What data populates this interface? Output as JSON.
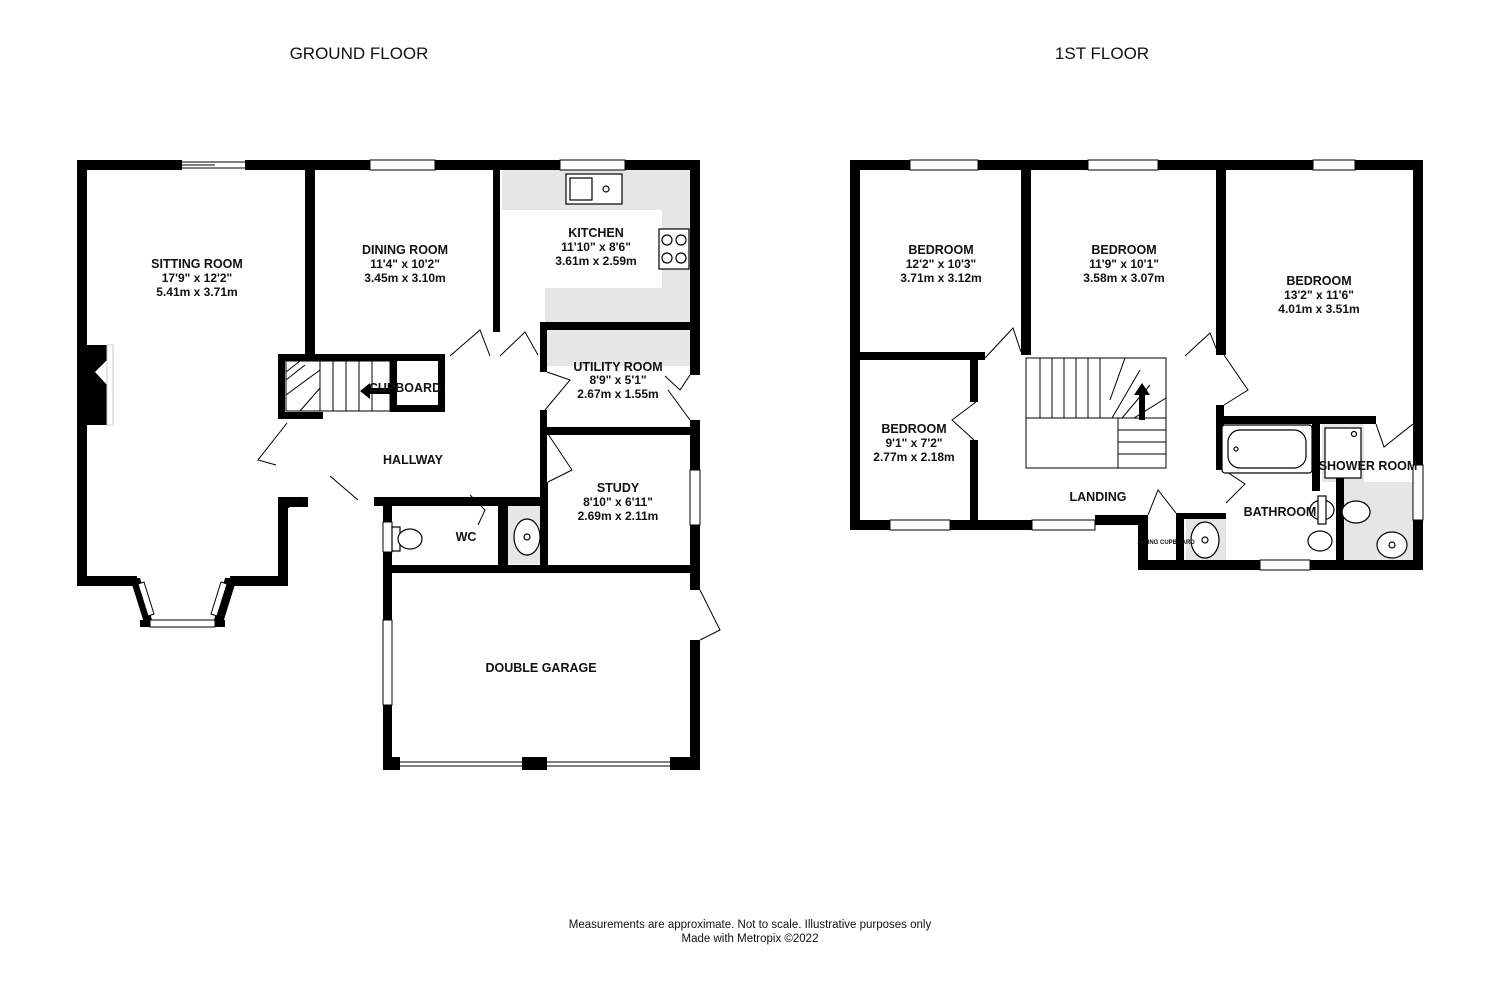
{
  "titles": {
    "ground": "GROUND FLOOR",
    "first": "1ST FLOOR"
  },
  "rooms": {
    "sitting": {
      "name": "SITTING ROOM",
      "imperial": "17'9\" x 12'2\"",
      "metric": "5.41m  x 3.71m"
    },
    "dining": {
      "name": "DINING ROOM",
      "imperial": "11'4\" x 10'2\"",
      "metric": "3.45m  x 3.10m"
    },
    "kitchen": {
      "name": "KITCHEN",
      "imperial": "11'10\" x 8'6\"",
      "metric": "3.61m  x 2.59m"
    },
    "utility": {
      "name": "UTILITY ROOM",
      "imperial": "8'9\" x 5'1\"",
      "metric": "2.67m  x 1.55m"
    },
    "cupboard": {
      "name": "CUPBOARD"
    },
    "hallway": {
      "name": "HALLWAY"
    },
    "study": {
      "name": "STUDY",
      "imperial": "8'10\" x 6'11\"",
      "metric": "2.69m  x 2.11m"
    },
    "wc": {
      "name": "WC"
    },
    "garage": {
      "name": "DOUBLE GARAGE"
    },
    "bed1": {
      "name": "BEDROOM",
      "imperial": "12'2\" x 10'3\"",
      "metric": "3.71m  x 3.12m"
    },
    "bed2": {
      "name": "BEDROOM",
      "imperial": "11'9\" x 10'1\"",
      "metric": "3.58m  x 3.07m"
    },
    "bed3": {
      "name": "BEDROOM",
      "imperial": "13'2\" x 11'6\"",
      "metric": "4.01m  x 3.51m"
    },
    "bed4": {
      "name": "BEDROOM",
      "imperial": "9'1\" x 7'2\"",
      "metric": "2.77m  x 2.18m"
    },
    "shower": {
      "name": "SHOWER ROOM"
    },
    "bathroom": {
      "name": "BATHROOM"
    },
    "landing": {
      "name": "LANDING"
    },
    "airing": {
      "name": "AIRING CUPBOARD"
    }
  },
  "footer": {
    "line1": "Measurements are approximate.  Not to scale.  Illustrative purposes only",
    "line2": "Made with Metropix ©2022"
  }
}
